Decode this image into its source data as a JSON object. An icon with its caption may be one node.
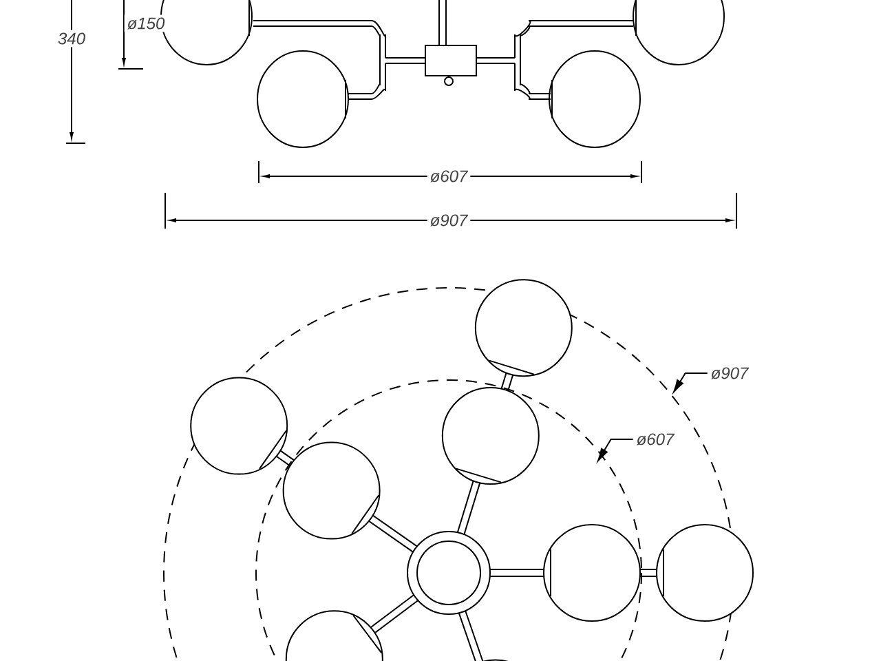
{
  "diagram": {
    "nodes": [
      {
        "text": [
          "ø907"
        ]
      },
      {
        "text": [
          "ø607"
        ]
      }
    ],
    "edges": [
      {
        "from": 0,
        "to": null,
        "arrow": "to"
      },
      {
        "from": 1,
        "to": null,
        "arrow": "to"
      }
    ],
    "labels": [
      "340",
      "ø150",
      "ø607",
      "ø907"
    ]
  }
}
